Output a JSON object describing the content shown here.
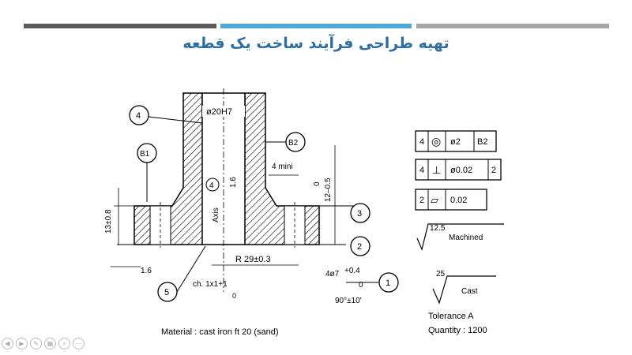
{
  "slide": {
    "title": "تهیه طراحی فرآیند ساخت یک قطعه"
  },
  "drawing": {
    "labels": {
      "bore": "ø20H7",
      "shoulder": "4 mini",
      "axis": "Axis",
      "rough_small": "1.6",
      "rough_bottom": "1.6",
      "tol_0": "0",
      "tol_m": "12–0.5",
      "height": "13±0.8",
      "radius": "R 29±0.3",
      "chamfer": "ch. 1x1+1",
      "chamfer_zero": "0",
      "bottom_dia": "4ø7",
      "bottom_plus": "+0.4",
      "bottom_zero": "0",
      "angle": "90°±10'",
      "material": "Material : cast iron ft 20 (sand)",
      "machined_val": "12.5",
      "machined": "Machined",
      "cast_val": "25",
      "cast": "Cast",
      "tolerance": "Tolerance A",
      "quantity": "Quantity : 1200"
    },
    "callouts": {
      "c4": "4",
      "c4_inner": "4",
      "b1": "B1",
      "b2": "B2",
      "c1": "1",
      "c2": "2",
      "c3": "3",
      "c5": "5"
    },
    "feature_frames": [
      {
        "cells": [
          "4",
          "◎",
          "ø2",
          "B2"
        ]
      },
      {
        "cells": [
          "4",
          "⊥",
          "ø0.02",
          "2"
        ]
      },
      {
        "cells": [
          "2",
          "▱",
          "0.02"
        ]
      }
    ]
  },
  "controls": {
    "icons": [
      "arrow-left-icon",
      "arrow-right-icon",
      "pen-icon",
      "slides-icon",
      "zoom-icon",
      "more-icon"
    ]
  }
}
